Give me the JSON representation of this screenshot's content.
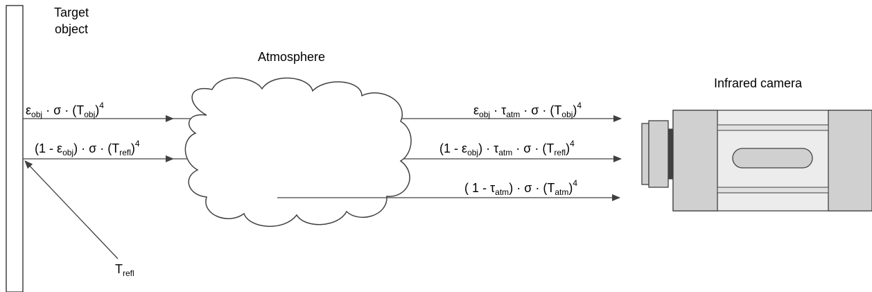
{
  "target": {
    "line1": "Target",
    "line2": "object"
  },
  "atmosphere_label": "Atmosphere",
  "camera_label": "Infrared camera",
  "sym": {
    "eps": "ε",
    "tau": "τ",
    "sigma": "σ",
    "dot": "·",
    "T": "T",
    "obj": "obj",
    "atm": "atm",
    "refl": "refl",
    "four": "4",
    "one_minus": "1 -",
    "open": "(",
    "close": ")"
  },
  "colors": {
    "stroke": "#404040",
    "camera_fill": "#d0d0d0",
    "camera_light": "#ececec",
    "cloud_fill": "#ffffff"
  }
}
